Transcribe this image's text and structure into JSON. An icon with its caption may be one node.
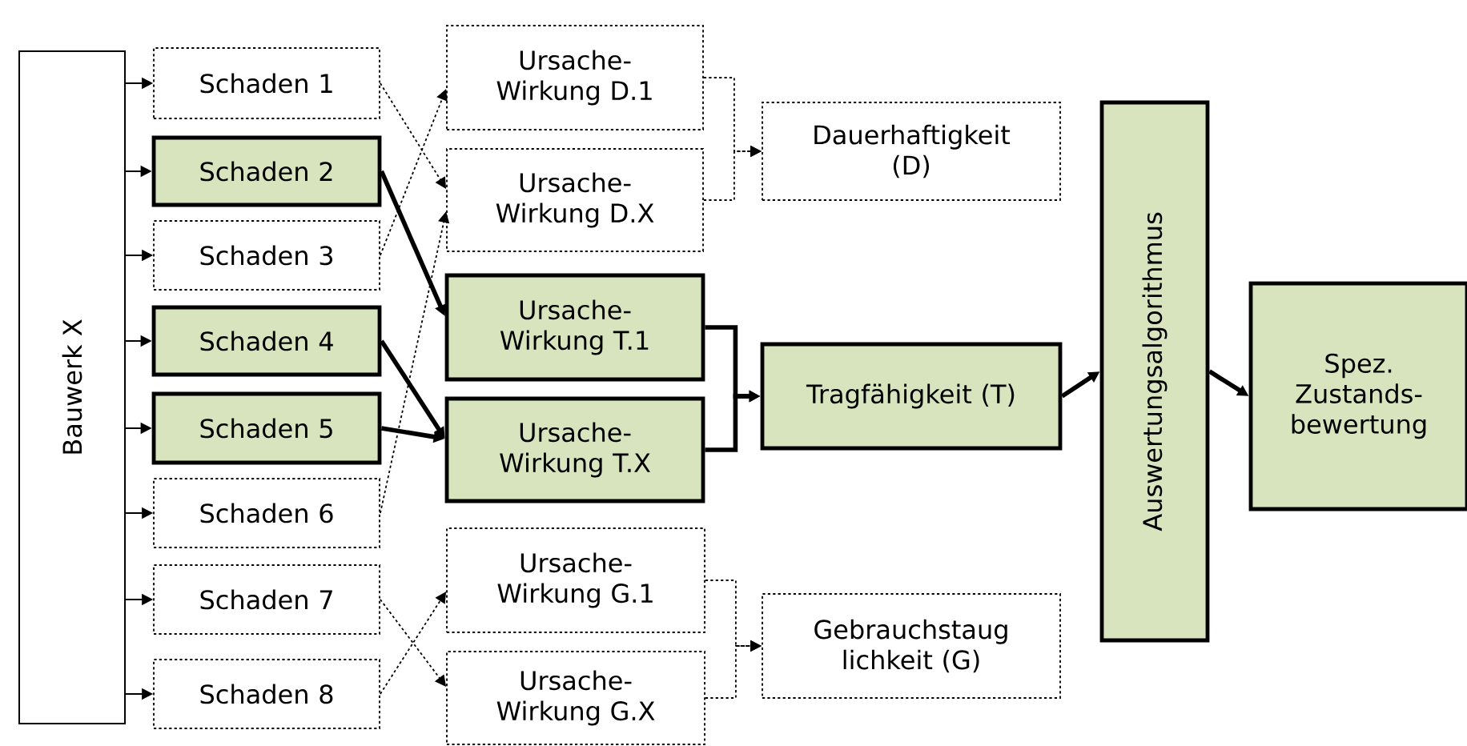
{
  "diagram": {
    "nodes": [
      {
        "text": [
          "Bauwerk X"
        ]
      },
      {
        "text": [
          "Schaden 1"
        ]
      },
      {
        "text": [
          "Schaden 2"
        ]
      },
      {
        "text": [
          "Schaden 3"
        ]
      },
      {
        "text": [
          "Schaden 4"
        ]
      },
      {
        "text": [
          "Schaden 5"
        ]
      },
      {
        "text": [
          "Schaden 6"
        ]
      },
      {
        "text": [
          "Schaden 7"
        ]
      },
      {
        "text": [
          "Schaden 8"
        ]
      },
      {
        "text": [
          "Ursache- Wirkung D.1"
        ]
      },
      {
        "text": [
          "Ursache- Wirkung D.X"
        ]
      },
      {
        "text": [
          "Ursache- Wirkung T.1"
        ]
      },
      {
        "text": [
          "Ursache- Wirkung T.X"
        ]
      },
      {
        "text": [
          "Ursache- Wirkung G.1"
        ]
      },
      {
        "text": [
          "Ursache- Wirkung G.X"
        ]
      },
      {
        "text": [
          "Dauerhaftigkeit (D)"
        ]
      },
      {
        "text": [
          "Tragfähigkeit (T)"
        ]
      },
      {
        "text": [
          "Gebrauchstaug lichkeit (G)"
        ]
      },
      {
        "text": [
          "Auswertungsalgorithmus"
        ]
      },
      {
        "text": [
          "Spez. Zustands- bewertung"
        ]
      }
    ],
    "edges": [
      {
        "from": 0,
        "to": 1,
        "arrow": "to"
      },
      {
        "from": 0,
        "to": 2,
        "arrow": "to"
      },
      {
        "from": 0,
        "to": 3,
        "arrow": "to"
      },
      {
        "from": 0,
        "to": 4,
        "arrow": "to"
      },
      {
        "from": 0,
        "to": 5,
        "arrow": "to"
      },
      {
        "from": 0,
        "to": 6,
        "arrow": "to"
      },
      {
        "from": 0,
        "to": 7,
        "arrow": "to"
      },
      {
        "from": 0,
        "to": 8,
        "arrow": "to"
      },
      {
        "from": 1,
        "to": 10,
        "arrow": "to",
        "style": "dashed"
      },
      {
        "from": 3,
        "to": 9,
        "arrow": "to",
        "style": "dashed"
      },
      {
        "from": 6,
        "to": 10,
        "arrow": "to",
        "style": "dashed"
      },
      {
        "from": 2,
        "to": 11,
        "arrow": "to",
        "style": "thick"
      },
      {
        "from": 4,
        "to": 12,
        "arrow": "to",
        "style": "thick"
      },
      {
        "from": 5,
        "to": 12,
        "arrow": "to",
        "style": "thick"
      },
      {
        "from": 7,
        "to": 14,
        "arrow": "to",
        "style": "dashed"
      },
      {
        "from": 8,
        "to": 13,
        "arrow": "to",
        "style": "dashed"
      },
      {
        "from": 9,
        "to": 15,
        "arrow": "to",
        "style": "dashed"
      },
      {
        "from": 10,
        "to": 15,
        "arrow": "to",
        "style": "dashed"
      },
      {
        "from": 11,
        "to": 16,
        "arrow": "to",
        "style": "thick"
      },
      {
        "from": 12,
        "to": 16,
        "arrow": "to",
        "style": "thick"
      },
      {
        "from": 13,
        "to": 17,
        "arrow": "to",
        "style": "dashed"
      },
      {
        "from": 14,
        "to": 17,
        "arrow": "to",
        "style": "dashed"
      },
      {
        "from": 16,
        "to": 18,
        "arrow": "to",
        "style": "thick"
      },
      {
        "from": 18,
        "to": 19,
        "arrow": "to",
        "style": "thick"
      }
    ]
  }
}
